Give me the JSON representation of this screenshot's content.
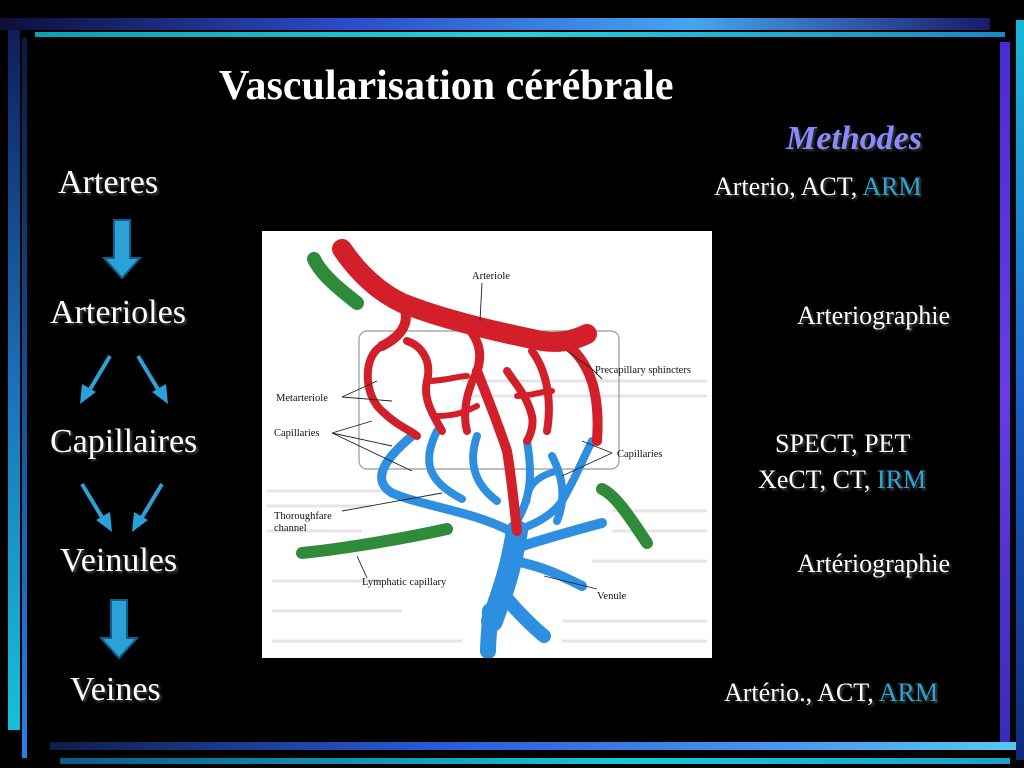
{
  "title": "Vascularisation cérébrale",
  "methods_heading": "Methodes",
  "hierarchy": [
    {
      "level": "Arteres"
    },
    {
      "level": "Arterioles"
    },
    {
      "level": "Capillaires"
    },
    {
      "level": "Veinules"
    },
    {
      "level": "Veines"
    }
  ],
  "methods": {
    "arteres": {
      "text": "Arterio, ACT, ",
      "highlight": "ARM"
    },
    "arterioles": {
      "text": "Arteriographie"
    },
    "capillaires_line1": {
      "text": "SPECT, PET"
    },
    "capillaires_line2": {
      "text": "XeCT, CT, ",
      "highlight": "IRM"
    },
    "veinules": {
      "text": "Artériographie"
    },
    "veines": {
      "text": "Artério., ACT, ",
      "highlight": "ARM"
    }
  },
  "diagram_labels": {
    "arteriole": "Arteriole",
    "precapillary": "Precapillary sphincters",
    "metarteriole": "Metarteriole",
    "capillaries_left": "Capillaries",
    "capillaries_right": "Capillaries",
    "thoroughfare_1": "Thoroughfare",
    "thoroughfare_2": "channel",
    "lymphatic": "Lymphatic capillary",
    "venule": "Venule"
  },
  "colors": {
    "artery": "#d21f2a",
    "vein": "#2e8fe0",
    "lymph": "#2f8a3a",
    "arrow": "#2aa2d8",
    "methods_heading": "#8a8aff",
    "highlight": "#29a6d6"
  }
}
